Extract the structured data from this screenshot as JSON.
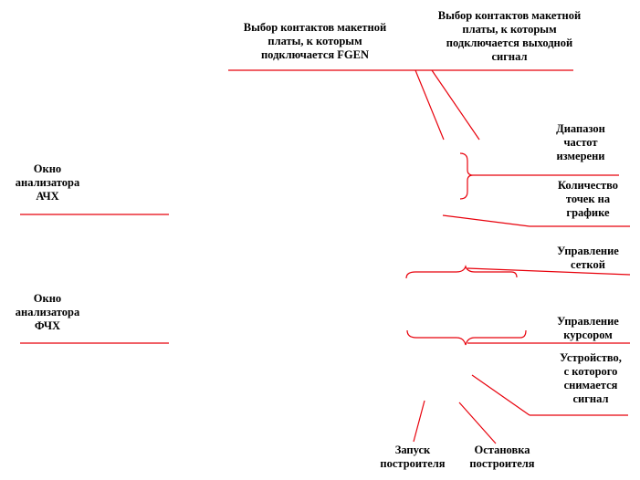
{
  "line_color": "#e8000b",
  "text_color": "#000000",
  "labels": {
    "fgen_pins": "Выбор контактов макетной\nплаты, к которым\nподключается FGEN",
    "output_pins": "Выбор контактов макетной\nплаты, к которым\nподключается выходной\nсигнал",
    "freq_range": "Диапазон\nчастот\nизмерени",
    "points_count": "Количество\nточек на\nграфике",
    "grid_control": "Управление\nсеткой",
    "cursor_control": "Управление\nкурсором",
    "device": "Устройство,\nс которого\nснимается\nсигнал",
    "afc_window": "Окно\nанализатора\nАЧХ",
    "pfc_window": "Окно\nанализатора\nФЧХ",
    "start_plot": "Запуск\nпостроителя",
    "stop_plot": "Остановка\nпостроителя"
  }
}
